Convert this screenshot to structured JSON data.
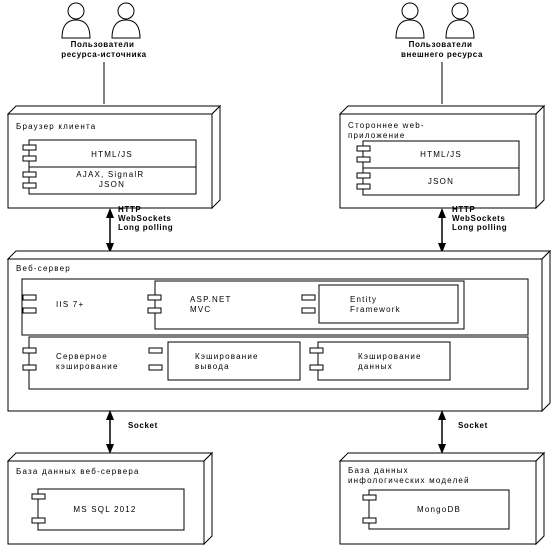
{
  "actors": {
    "left_label": [
      "Пользователи",
      "ресурса-источника"
    ],
    "right_label": [
      "Пользователи",
      "внешнего ресурса"
    ]
  },
  "nodes": {
    "client_browser": {
      "title": "Браузер клиента",
      "components": [
        [
          "HTML/JS"
        ],
        [
          "AJAX, SignalR",
          "JSON"
        ]
      ]
    },
    "external_app": {
      "title": [
        "Стороннее web-",
        "приложение"
      ],
      "components": [
        [
          "HTML/JS"
        ],
        [
          "JSON"
        ]
      ]
    },
    "web_server": {
      "title": "Веб-сервер",
      "row1": [
        [
          "IIS 7+"
        ],
        [
          "ASP.NET",
          "MVC"
        ],
        [
          "Entity",
          "Framework"
        ]
      ],
      "row2": [
        [
          "Серверное",
          "кэширование"
        ],
        [
          "Кэширование",
          "вывода"
        ],
        [
          "Кэширование",
          "данных"
        ]
      ]
    },
    "db_web": {
      "title": "База данных веб-сервера",
      "component": "MS SQL 2012"
    },
    "db_info": {
      "title": [
        "База данных",
        "инфологических моделей"
      ],
      "component": "MongoDB"
    }
  },
  "connections": {
    "top_left": [
      "HTTP",
      "WebSockets",
      "Long polling"
    ],
    "top_right": [
      "HTTP",
      "WebSockets",
      "Long polling"
    ],
    "bottom_left": "Socket",
    "bottom_right": "Socket"
  }
}
